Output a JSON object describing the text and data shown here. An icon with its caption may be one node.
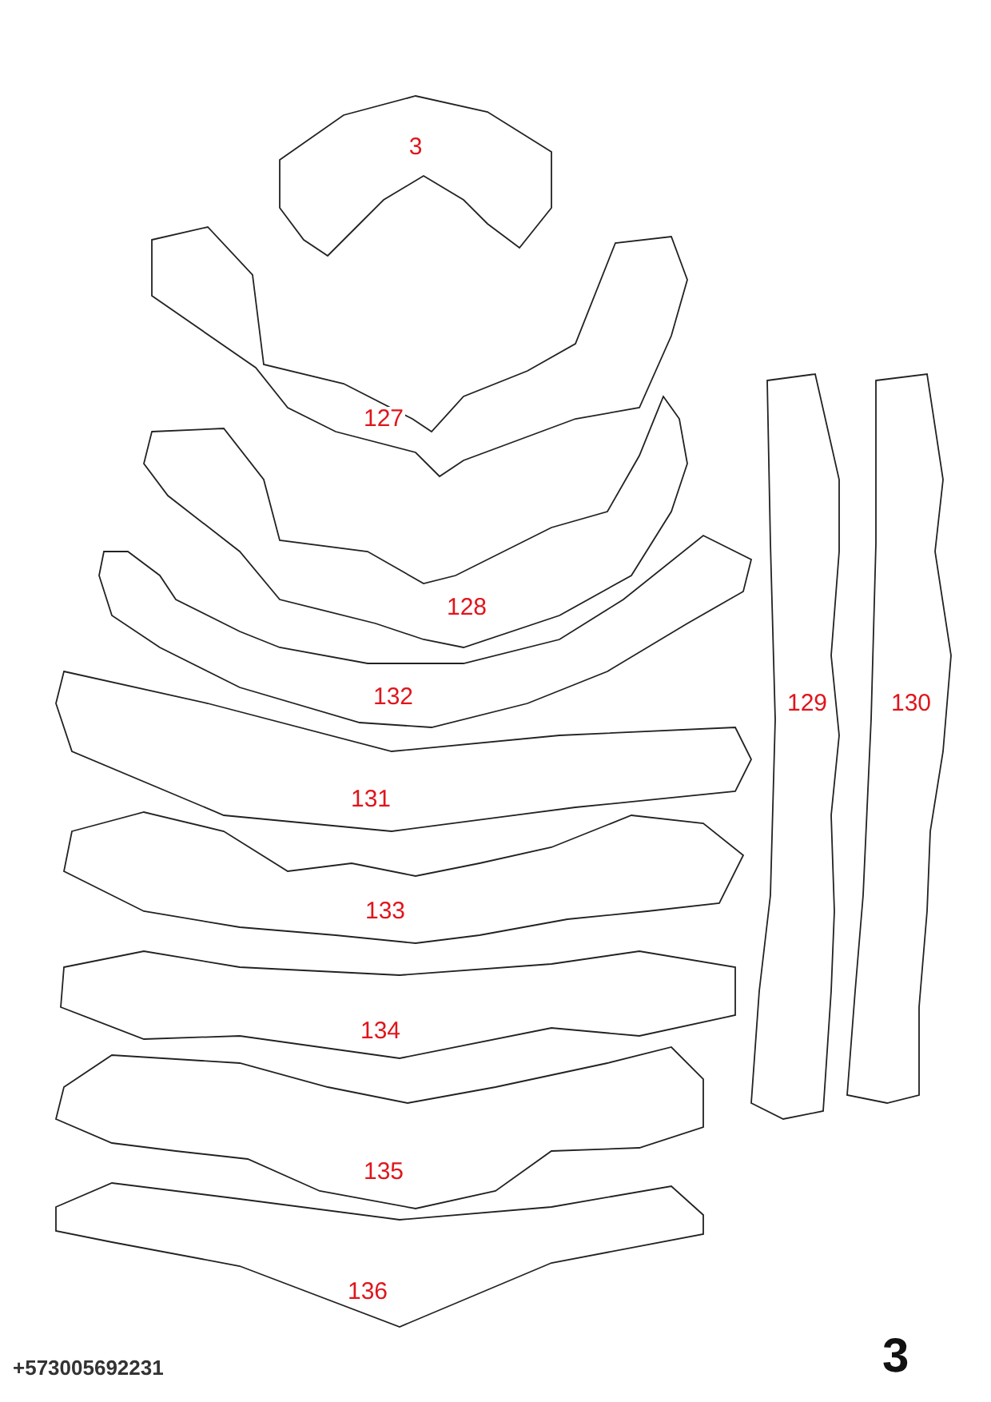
{
  "diagram": {
    "nodes": [
      {
        "text": [
          "3"
        ]
      },
      {
        "text": [
          "127"
        ]
      },
      {
        "text": [
          "128"
        ]
      },
      {
        "text": [
          "132"
        ]
      },
      {
        "text": [
          "131"
        ]
      },
      {
        "text": [
          "133"
        ]
      },
      {
        "text": [
          "134"
        ]
      },
      {
        "text": [
          "135"
        ]
      },
      {
        "text": [
          "136"
        ]
      },
      {
        "text": [
          "129"
        ]
      },
      {
        "text": [
          "130"
        ]
      }
    ],
    "labels": [
      "+573005692231",
      "3"
    ]
  }
}
